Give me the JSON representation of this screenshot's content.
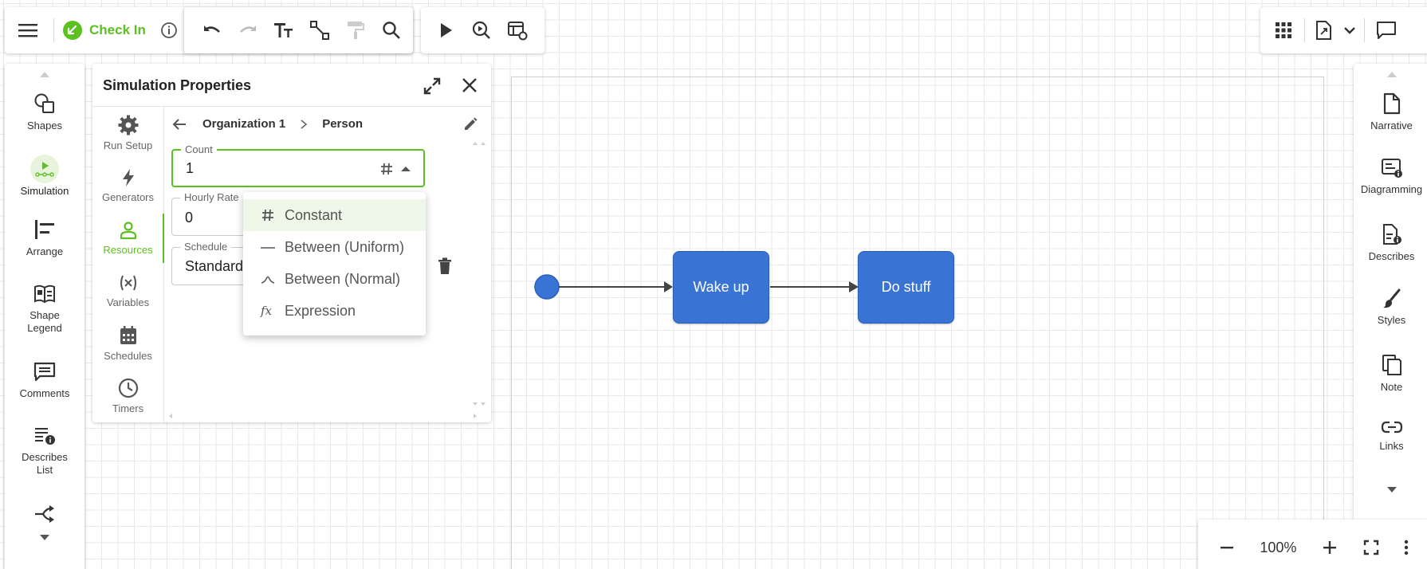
{
  "toolbar": {
    "check_in_label": "Check In",
    "colors": {
      "accent": "#5cc01f",
      "node": "#3973d4"
    }
  },
  "panel": {
    "title": "Simulation Properties",
    "subnav": [
      {
        "label": "Run Setup",
        "icon": "gear-icon"
      },
      {
        "label": "Generators",
        "icon": "lightning-icon"
      },
      {
        "label": "Resources",
        "icon": "person-icon",
        "active": true
      },
      {
        "label": "Variables",
        "icon": "variable-icon"
      },
      {
        "label": "Schedules",
        "icon": "calendar-icon"
      },
      {
        "label": "Timers",
        "icon": "clock-icon"
      }
    ],
    "breadcrumb": {
      "parent": "Organization 1",
      "current": "Person"
    },
    "fields": {
      "count": {
        "label": "Count",
        "value": "1"
      },
      "hourly_rate": {
        "label": "Hourly Rate",
        "value": "0"
      },
      "schedule": {
        "label": "Schedule",
        "value": "Standard"
      }
    },
    "menu": [
      {
        "label": "Constant",
        "icon": "hash-icon",
        "selected": true
      },
      {
        "label": "Between (Uniform)",
        "icon": "uniform-line-icon"
      },
      {
        "label": "Between (Normal)",
        "icon": "normal-curve-icon"
      },
      {
        "label": "Expression",
        "icon": "fx-icon"
      }
    ]
  },
  "left_rail": [
    {
      "label": "Shapes",
      "icon": "shapes-icon"
    },
    {
      "label": "Simulation",
      "icon": "simulation-icon",
      "active": true
    },
    {
      "label": "Arrange",
      "icon": "arrange-icon"
    },
    {
      "label": "Shape Legend",
      "icon": "shape-legend-icon"
    },
    {
      "label": "Comments",
      "icon": "comment-icon"
    },
    {
      "label": "Describes List",
      "icon": "describes-list-icon"
    }
  ],
  "right_rail": [
    {
      "label": "Narrative",
      "icon": "document-icon"
    },
    {
      "label": "Diagramming",
      "icon": "diagramming-icon"
    },
    {
      "label": "Describes",
      "icon": "describes-icon"
    },
    {
      "label": "Styles",
      "icon": "brush-icon"
    },
    {
      "label": "Note",
      "icon": "note-icon"
    },
    {
      "label": "Links",
      "icon": "link-icon"
    }
  ],
  "diagram": {
    "nodes": [
      {
        "label": "Wake up"
      },
      {
        "label": "Do stuff"
      }
    ]
  },
  "zoom": {
    "level": "100%"
  }
}
